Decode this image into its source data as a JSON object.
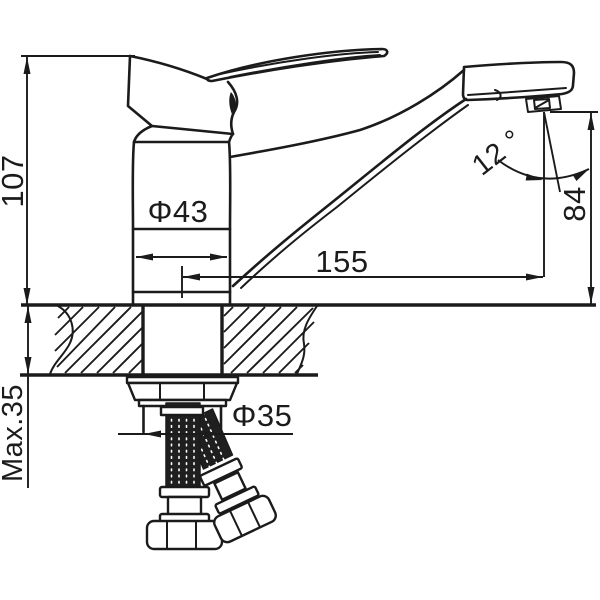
{
  "drawing": {
    "type": "faucet-installation-dimension-drawing",
    "background": "#ffffff",
    "line_color": "#1b1b1b",
    "labels": {
      "overall_height": "107",
      "body_diameter": "Φ43",
      "spout_reach": "155",
      "spout_angle": "12 °",
      "outlet_height": "84",
      "max_counter_thickness": "Max.35",
      "hole_diameter": "Φ35"
    }
  }
}
